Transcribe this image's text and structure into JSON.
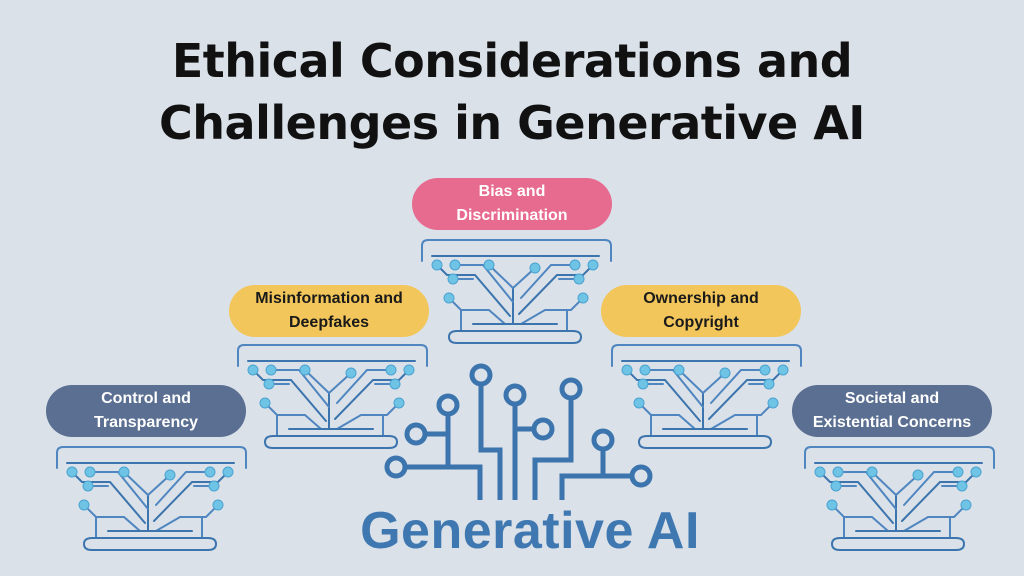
{
  "title": {
    "line1": "Ethical Considerations and",
    "line2": "Challenges in Generative AI"
  },
  "colors": {
    "background": "#dae1e9",
    "pink": "#e76b8f",
    "yellow": "#f2c65a",
    "slate": "#5a6f91",
    "circuit_blue": "#3c74ad",
    "circuit_light": "#6fbfe0",
    "footer_blue": "#3f78b1"
  },
  "nodes": [
    {
      "id": "bias",
      "line1": "Bias and",
      "line2": "Discrimination",
      "color": "pink"
    },
    {
      "id": "misinformation",
      "line1": "Misinformation and",
      "line2": "Deepfakes",
      "color": "yellow"
    },
    {
      "id": "ownership",
      "line1": "Ownership and",
      "line2": "Copyright",
      "color": "yellow"
    },
    {
      "id": "control",
      "line1": "Control and",
      "line2": "Transparency",
      "color": "slate"
    },
    {
      "id": "societal",
      "line1": "Societal and",
      "line2": "Existential Concerns",
      "color": "slate"
    }
  ],
  "center": {
    "icon": "circuit-icon",
    "label": "Generative AI"
  }
}
